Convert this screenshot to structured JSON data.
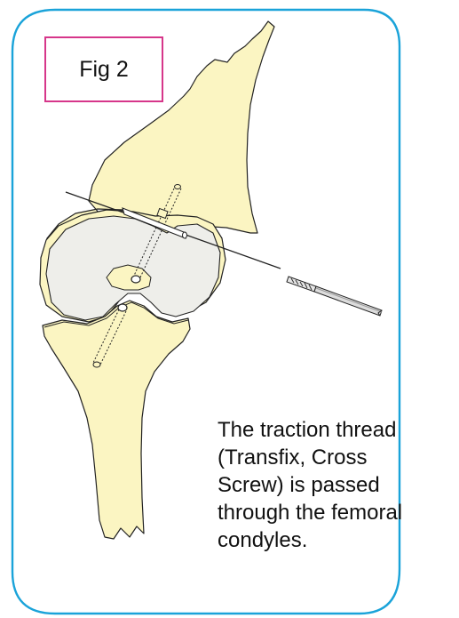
{
  "figure": {
    "label": "Fig 2",
    "caption_lines": [
      "The traction thread",
      "(Transfix, Cross",
      "Screw) is passed",
      "through the femoral",
      "condyles."
    ]
  },
  "colors": {
    "frame_border": "#1aa3d9",
    "label_border": "#d6368a",
    "bone_fill": "#fbf5c2",
    "cartilage_fill": "#eeeeea",
    "outline": "#222222"
  }
}
